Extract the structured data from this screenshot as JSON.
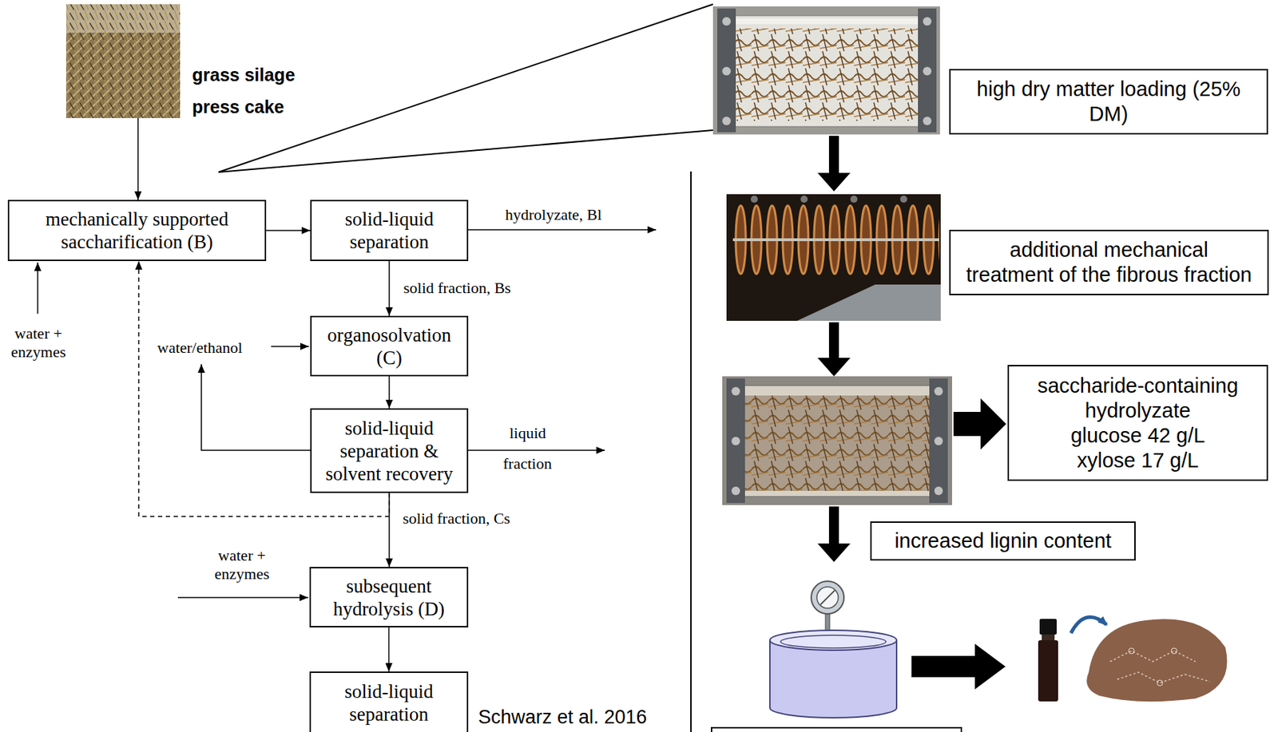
{
  "diagram": {
    "nodes": [
      {
        "text": [
          "grass silage press cake"
        ]
      },
      {
        "text": [
          "mechanically supported saccharification (B)"
        ]
      },
      {
        "text": [
          "solid-liquid separation"
        ]
      },
      {
        "text": [
          "organosolvation (C)"
        ]
      },
      {
        "text": [
          "solid-liquid separation & solvent recovery"
        ]
      },
      {
        "text": [
          "subsequent hydrolysis (D)"
        ]
      },
      {
        "text": [
          "solid-liquid separation"
        ]
      },
      {
        "text": [
          "high dry matter loading (25% DM)"
        ]
      },
      {
        "text": [
          "additional mechanical treatment of the fibrous fraction"
        ]
      },
      {
        "text": [
          "saccharide-containing hydrolyzate",
          "glucose 42 g/L",
          "xylose 17 g/L"
        ]
      },
      {
        "text": [
          "increased lignin content"
        ]
      }
    ],
    "edges": [
      {
        "from": 0,
        "to": 1,
        "arrow": "to"
      },
      {
        "from": 1,
        "to": 2,
        "arrow": "to"
      },
      {
        "from": 2,
        "to": 3,
        "arrow": "to",
        "label": "solid fraction, Bs"
      },
      {
        "from": 3,
        "to": 4,
        "arrow": "to"
      },
      {
        "from": 4,
        "to": 5,
        "arrow": "to",
        "label": "solid fraction, Cs"
      },
      {
        "from": 4,
        "to": 1,
        "arrow": "to"
      },
      {
        "from": 5,
        "to": 6,
        "arrow": "to"
      }
    ],
    "labels": [
      "hydrolyzate, Bl",
      "water + enzymes",
      "water/ethanol",
      "liquid",
      "fraction",
      "water + enzymes",
      "Schwarz et al. 2016"
    ]
  }
}
